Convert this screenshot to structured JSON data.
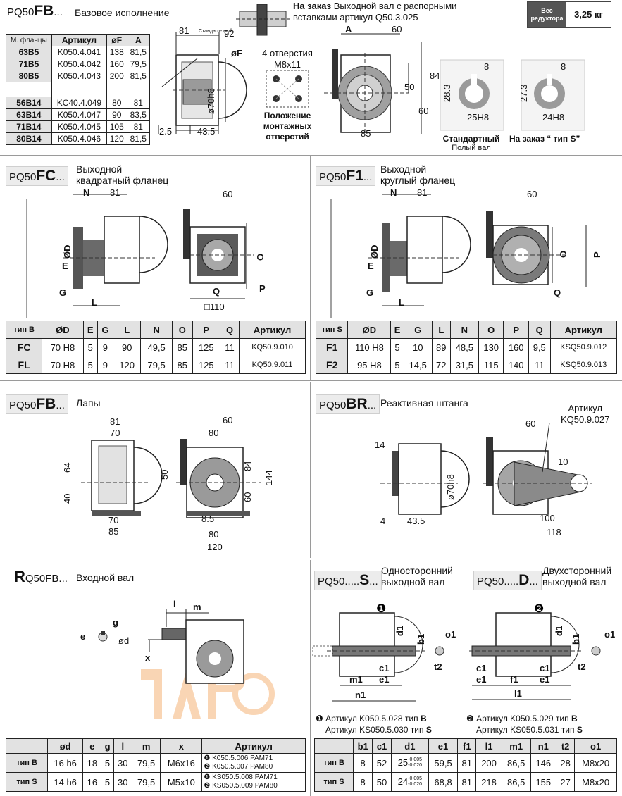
{
  "weight": {
    "label_line1": "Вес",
    "label_line2": "редуктора",
    "value": "3,25 кг"
  },
  "fb": {
    "code_prefix": "PQ50",
    "code_main": "FB",
    "code_suffix": "...",
    "title": "Базовое исполнение",
    "table": {
      "headers": [
        "М. фланцы",
        "Артикул",
        "øF",
        "A"
      ],
      "rows": [
        [
          "63B5",
          "K050.4.041",
          "138",
          "81,5"
        ],
        [
          "71B5",
          "K050.4.042",
          "160",
          "79,5"
        ],
        [
          "80B5",
          "K050.4.043",
          "200",
          "81,5"
        ],
        [
          "",
          "",
          "",
          ""
        ],
        [
          "56B14",
          "KC40.4.049",
          "80",
          "81"
        ],
        [
          "63B14",
          "K050.4.047",
          "90",
          "83,5"
        ],
        [
          "71B14",
          "K050.4.045",
          "105",
          "81"
        ],
        [
          "80B14",
          "K050.4.046",
          "120",
          "81,5"
        ]
      ]
    },
    "order_note_bold": "На заказ",
    "order_note_line1": "Выходной вал с распорными",
    "order_note_line2": "вставками  артикул Q50.3.025",
    "holes_line1": "4 отверстия",
    "holes_line2": "M8x11",
    "position_line1": "Положение",
    "position_line2": "монтажных",
    "position_line3": "отверстий",
    "standard_small": "Стандарт-\nный",
    "shaft_standard_title": "Стандартный",
    "shaft_standard_sub": "Полый вал",
    "shaft_order_title": "На заказ “ тип S”",
    "dims": {
      "d81": "81",
      "d92": "92",
      "dF": "øF",
      "d70": "ø70h8",
      "d25": "2.5",
      "d435": "43.5",
      "dA": "A",
      "d60a": "60",
      "d84": "84",
      "d50": "50",
      "d60b": "60",
      "d85": "85",
      "d8a": "8",
      "d283": "28.3",
      "d25h8": "25H8",
      "d8b": "8",
      "d273": "27.3",
      "d24h8": "24H8"
    }
  },
  "fc": {
    "code_prefix": "PQ50",
    "code_main": "FC",
    "code_suffix": "...",
    "title_line1": "Выходной",
    "title_line2": "квадратный фланец",
    "dims": {
      "N": "N",
      "d81": "81",
      "D": "ØD",
      "E": "E",
      "G": "G",
      "L": "L",
      "d60": "60",
      "O": "O",
      "Q": "Q",
      "P": "P",
      "sq110": "□110"
    },
    "table": {
      "headers": [
        "тип B",
        "ØD",
        "E",
        "G",
        "L",
        "N",
        "O",
        "P",
        "Q",
        "Артикул"
      ],
      "rows": [
        [
          "FC",
          "70 H8",
          "5",
          "9",
          "90",
          "49,5",
          "85",
          "125",
          "11",
          "KQ50.9.010"
        ],
        [
          "FL",
          "70 H8",
          "5",
          "9",
          "120",
          "79,5",
          "85",
          "125",
          "11",
          "KQ50.9.011"
        ]
      ]
    }
  },
  "f1": {
    "code_prefix": "PQ50",
    "code_main": "F1",
    "code_suffix": "...",
    "title_line1": "Выходной",
    "title_line2": "круглый фланец",
    "dims": {
      "N": "N",
      "d81": "81",
      "D": "ØD",
      "E": "E",
      "G": "G",
      "L": "L",
      "d60": "60",
      "O": "O",
      "P": "P",
      "Q": "Q"
    },
    "table": {
      "headers": [
        "тип S",
        "ØD",
        "E",
        "G",
        "L",
        "N",
        "O",
        "P",
        "Q",
        "Артикул"
      ],
      "rows": [
        [
          "F1",
          "110 H8",
          "5",
          "10",
          "89",
          "48,5",
          "130",
          "160",
          "9,5",
          "KSQ50.9.012"
        ],
        [
          "F2",
          "95 H8",
          "5",
          "14,5",
          "72",
          "31,5",
          "115",
          "140",
          "11",
          "KSQ50.9.013"
        ]
      ]
    }
  },
  "feet": {
    "code_prefix": "PQ50",
    "code_main": "FB",
    "code_suffix": "...",
    "title": "Лапы",
    "dims": {
      "d81": "81",
      "d70a": "70",
      "d64": "64",
      "d40": "40",
      "d70b": "70",
      "d85": "85",
      "d60": "60",
      "d80a": "80",
      "d50": "50",
      "d84": "84",
      "d144": "144",
      "d60b": "60",
      "d85b": "8.5",
      "d80b": "80",
      "d120": "120"
    }
  },
  "br": {
    "code_prefix": "PQ50",
    "code_main": "BR",
    "code_suffix": "...",
    "title": "Реактивная штанга",
    "article_line1": "Артикул",
    "article_line2": "KQ50.9.027",
    "dims": {
      "d14": "14",
      "d70": "ø70h8",
      "d4": "4",
      "d435": "43.5",
      "d60": "60",
      "d10": "10",
      "d100": "100",
      "d118": "118"
    }
  },
  "rq": {
    "code_main": "R",
    "code_rest": "Q50FB...",
    "title": "Входной вал",
    "dims": {
      "g": "g",
      "e": "e",
      "od": "ød",
      "l": "l",
      "m": "m",
      "x": "x"
    },
    "table": {
      "headers": [
        "",
        "ød",
        "e",
        "g",
        "l",
        "m",
        "x",
        "Артикул"
      ],
      "rows": [
        {
          "type": "тип B",
          "d": "16 h6",
          "e": "18",
          "g": "5",
          "l": "30",
          "m": "79,5",
          "x": "M6x16",
          "art1": "K050.5.006 PAM71",
          "art2": "K050.5.007 PAM80"
        },
        {
          "type": "тип S",
          "d": "14 h6",
          "e": "16",
          "g": "5",
          "l": "30",
          "m": "79,5",
          "x": "M5x10",
          "art1": "KS050.5.008 PAM71",
          "art2": "KS050.5.009 PAM80"
        }
      ],
      "marker1": "❶",
      "marker2": "❷"
    }
  },
  "s": {
    "code_prefix": "PQ50.....",
    "code_main": "S",
    "code_suffix": "...",
    "title_line1": "Односторонний",
    "title_line2": "выходной вал",
    "dims": {
      "d1": "d1",
      "b1": "b1",
      "o1": "o1",
      "t2": "t2",
      "c1": "c1",
      "e1": "e1",
      "m1": "m1",
      "n1": "n1"
    },
    "marker": "❶",
    "note_line1": "❶ Артикул K050.5.028  тип",
    "note_line1_b": "B",
    "note_line2": "Артикул KS050.5.030  тип",
    "note_line2_b": "S"
  },
  "d": {
    "code_prefix": "PQ50.....",
    "code_main": "D",
    "code_suffix": "...",
    "title_line1": "Двухсторонний",
    "title_line2": "выходной вал",
    "dims": {
      "d1": "d1",
      "b1": "b1",
      "o1": "o1",
      "t2": "t2",
      "c1": "c1",
      "e1": "e1",
      "f1": "f1",
      "l1": "l1"
    },
    "marker": "❷",
    "note_line1": "❷ Артикул K050.5.029  тип",
    "note_line1_b": "B",
    "note_line2": "Артикул KS050.5.031  тип",
    "note_line2_b": "S"
  },
  "sd_table": {
    "headers": [
      "",
      "b1",
      "c1",
      "d1",
      "e1",
      "f1",
      "l1",
      "m1",
      "n1",
      "t2",
      "o1"
    ],
    "rows": [
      {
        "type": "тип B",
        "b1": "8",
        "c1": "52",
        "d1": "25",
        "tol_top": "-0,005",
        "tol_bot": "-0,020",
        "e1": "59,5",
        "f1": "81",
        "l1": "200",
        "m1": "86,5",
        "n1": "146",
        "t2": "28",
        "o1": "M8x20"
      },
      {
        "type": "тип S",
        "b1": "8",
        "c1": "50",
        "d1": "24",
        "tol_top": "-0,005",
        "tol_bot": "-0,020",
        "e1": "68,8",
        "f1": "81",
        "l1": "218",
        "m1": "86,5",
        "n1": "155",
        "t2": "27",
        "o1": "M8x20"
      }
    ]
  },
  "colors": {
    "gear_gray": "#8f8f8f",
    "dark": "#333333",
    "shaft_fill": "#777777",
    "watermark": "#f3a35a"
  }
}
